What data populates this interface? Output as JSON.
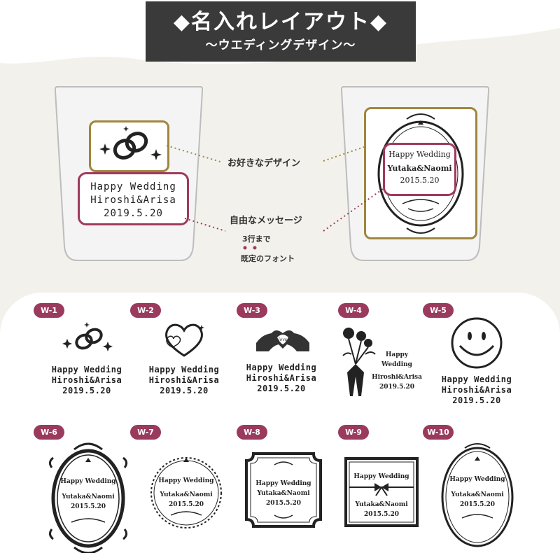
{
  "header": {
    "title": "◆名入れレイアウト◆",
    "subtitle": "〜ウエディングデザイン〜"
  },
  "left_glass": {
    "message": [
      "Happy Wedding",
      "Hiroshi&Arisa",
      "2019.5.20"
    ]
  },
  "right_glass": {
    "message": [
      "Happy Wedding",
      "Yutaka&Naomi",
      "2015.5.20"
    ]
  },
  "callouts": {
    "design": "お好きなデザイン",
    "message": "自由なメッセージ",
    "lines": "3行まで",
    "font": "既定のフォント"
  },
  "colors": {
    "accent_gold": "#a0863d",
    "accent_wine": "#9e3a5e",
    "header_bg": "#3a3a3a"
  },
  "designs": [
    {
      "tag": "W-1",
      "icon": "rings-icon",
      "lines": [
        "Happy Wedding",
        "Hiroshi&Arisa",
        "2019.5.20"
      ]
    },
    {
      "tag": "W-2",
      "icon": "heart-icon",
      "lines": [
        "Happy Wedding",
        "Hiroshi&Arisa",
        "2019.5.20"
      ]
    },
    {
      "tag": "W-3",
      "icon": "heart-hands-icon",
      "icon_text": "love",
      "lines": [
        "Happy Wedding",
        "Hiroshi&Arisa",
        "2019.5.20"
      ]
    },
    {
      "tag": "W-4",
      "icon": "rose-bouquet-icon",
      "lines": [
        "Happy Wedding",
        "Hiroshi&Arisa",
        "2019.5.20"
      ]
    },
    {
      "tag": "W-5",
      "icon": "smiley-icon",
      "lines": [
        "Happy Wedding",
        "Hiroshi&Arisa",
        "2019.5.20"
      ]
    },
    {
      "tag": "W-6",
      "icon": "baroque-frame-icon",
      "lines": [
        "Happy Wedding",
        "Yutaka&Naomi",
        "2015.5.20"
      ]
    },
    {
      "tag": "W-7",
      "icon": "wreath-frame-icon",
      "lines": [
        "Happy Wedding",
        "Yutaka&Naomi",
        "2015.5.20"
      ]
    },
    {
      "tag": "W-8",
      "icon": "label-frame-icon",
      "lines": [
        "Happy Wedding",
        "Yutaka&Naomi",
        "2015.5.20"
      ]
    },
    {
      "tag": "W-9",
      "icon": "ribbon-frame-icon",
      "lines": [
        "Happy Wedding",
        "Yutaka&Naomi",
        "2015.5.20"
      ]
    },
    {
      "tag": "W-10",
      "icon": "oval-frame-icon",
      "lines": [
        "Happy Wedding",
        "Yutaka&Naomi",
        "2015.5.20"
      ]
    }
  ]
}
